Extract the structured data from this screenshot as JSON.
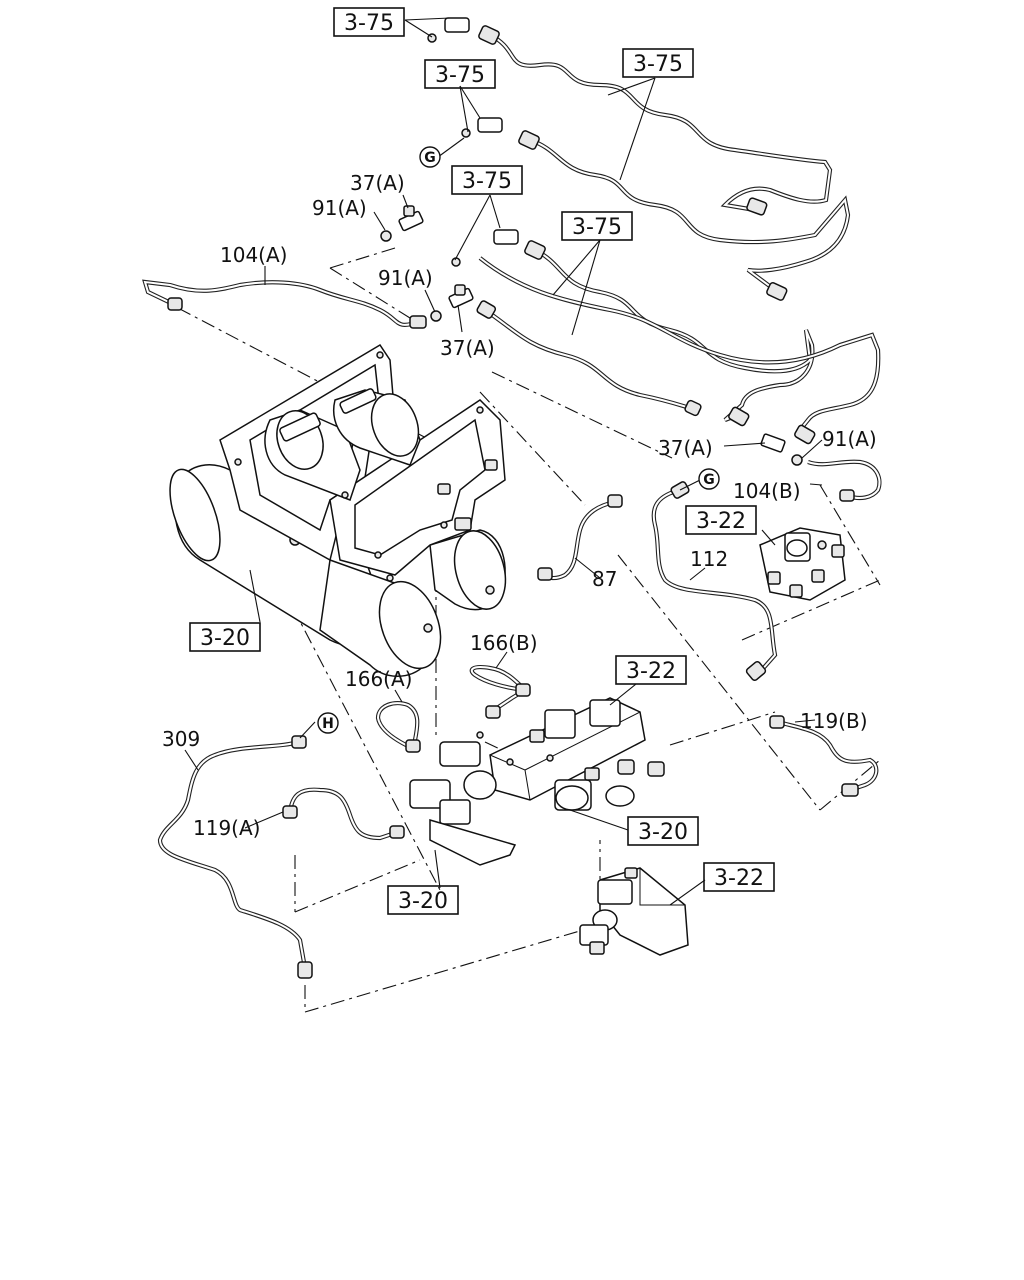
{
  "diagram": {
    "ref_boxes": [
      {
        "id": "ref-3-75-a",
        "text": "3-75"
      },
      {
        "id": "ref-3-75-b",
        "text": "3-75"
      },
      {
        "id": "ref-3-75-c",
        "text": "3-75"
      },
      {
        "id": "ref-3-75-d",
        "text": "3-75"
      },
      {
        "id": "ref-3-75-e",
        "text": "3-75"
      },
      {
        "id": "ref-3-22-a",
        "text": "3-22"
      },
      {
        "id": "ref-3-22-b",
        "text": "3-22"
      },
      {
        "id": "ref-3-22-c",
        "text": "3-22"
      },
      {
        "id": "ref-3-20-a",
        "text": "3-20"
      },
      {
        "id": "ref-3-20-b",
        "text": "3-20"
      },
      {
        "id": "ref-3-20-c",
        "text": "3-20"
      }
    ],
    "part_labels": {
      "p37a_1": "37(A)",
      "p91a_1": "91(A)",
      "p104a": "104(A)",
      "p91a_2": "91(A)",
      "p37a_2": "37(A)",
      "p37a_3": "37(A)",
      "p91a_3": "91(A)",
      "p104b": "104(B)",
      "p112": "112",
      "p87": "87",
      "p166b": "166(B)",
      "p166a": "166(A)",
      "p309": "309",
      "p119b": "119(B)",
      "p119a": "119(A)"
    },
    "circle_markers": {
      "g1": "G",
      "g2": "G",
      "h1": "H"
    }
  }
}
